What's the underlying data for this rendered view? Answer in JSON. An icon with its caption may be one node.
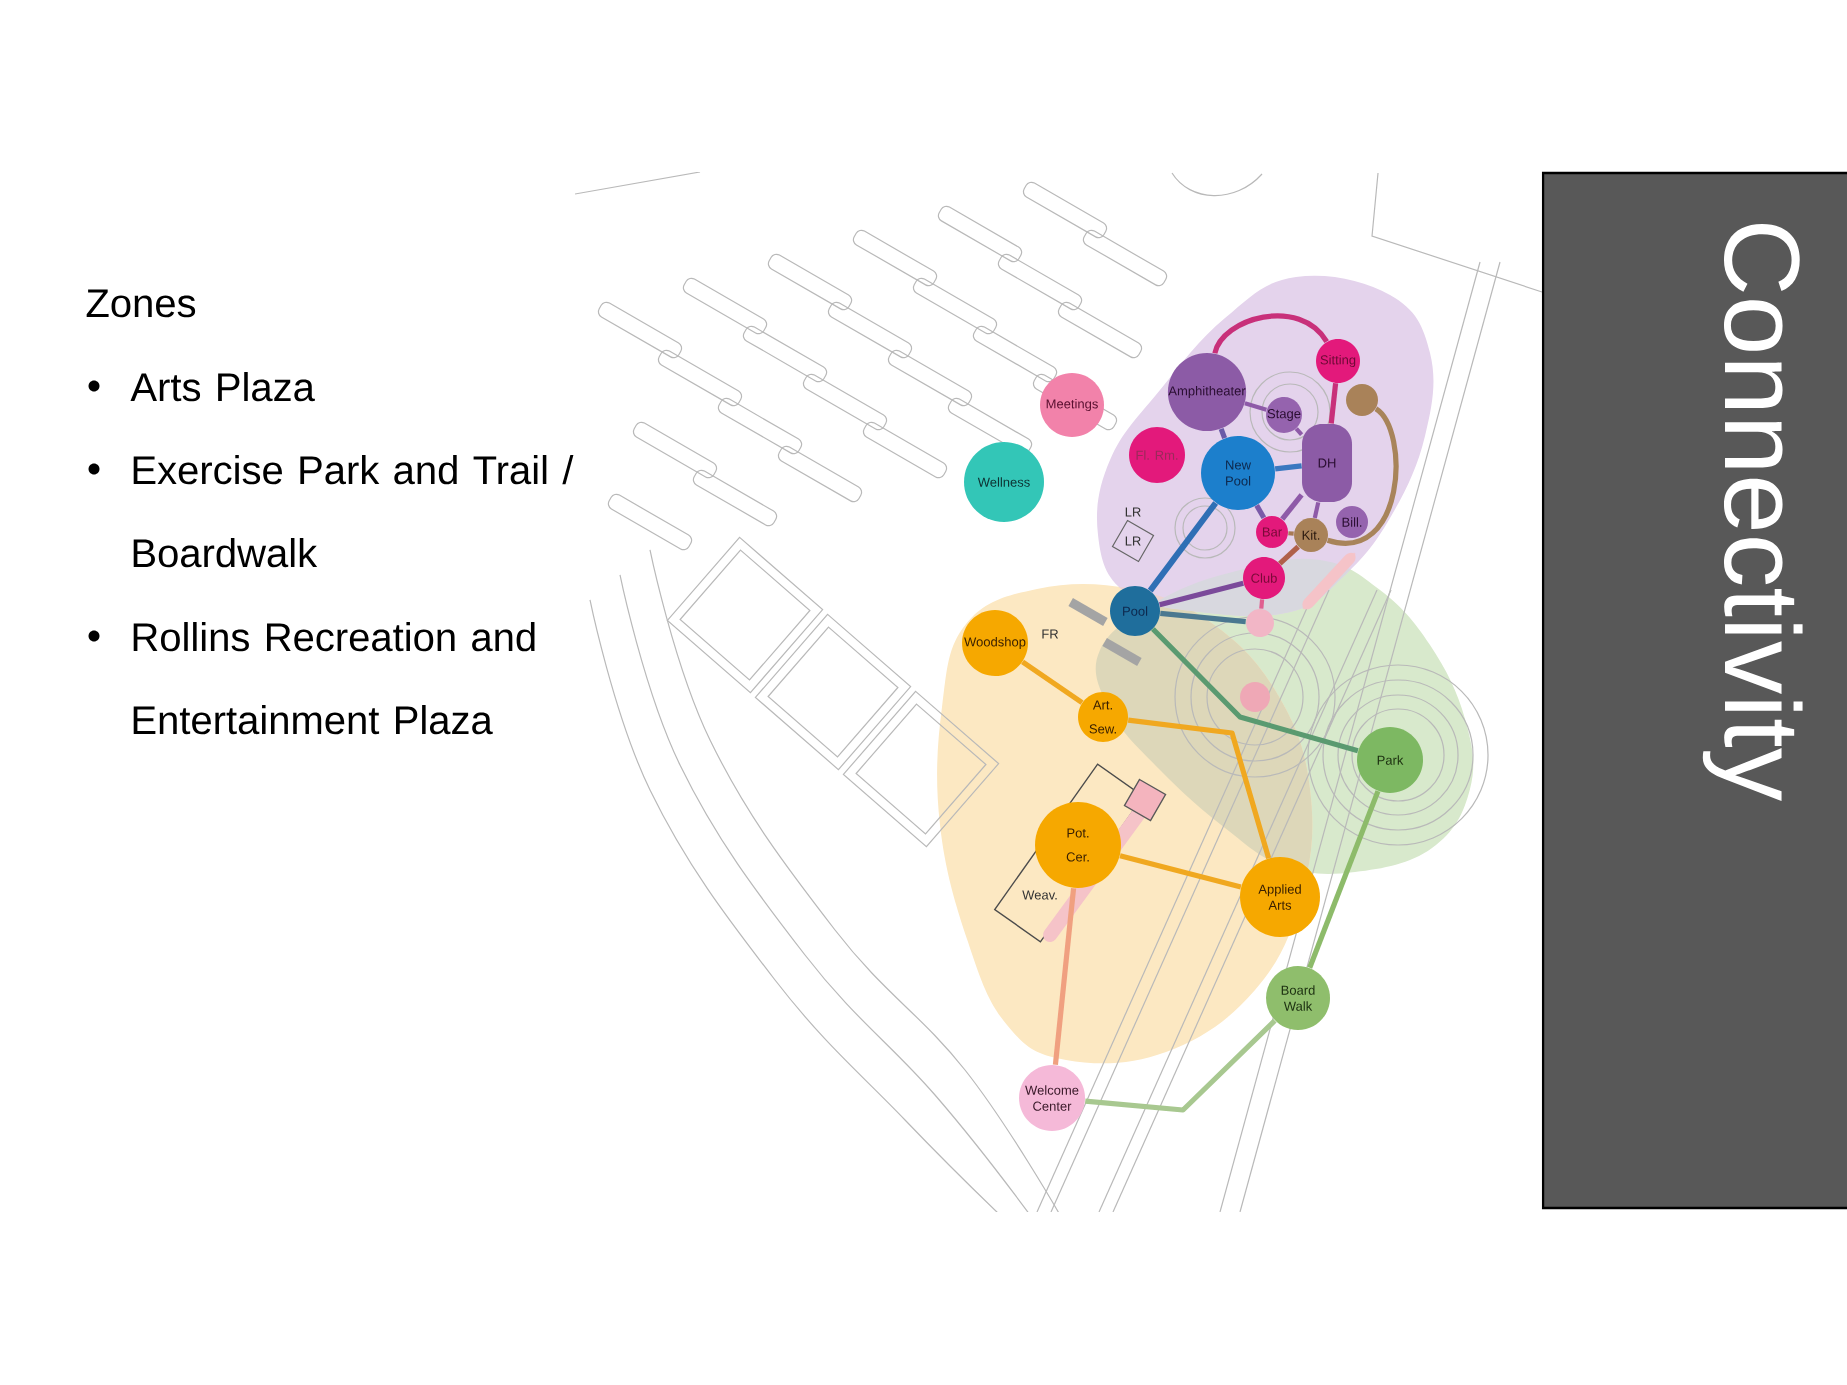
{
  "diagram": {
    "title": "Connectivity",
    "nodes": [
      {
        "text": [
          "Amphitheater"
        ]
      },
      {
        "text": [
          "Sitting"
        ]
      },
      {
        "text": [
          "Meetings"
        ]
      },
      {
        "text": [
          "Stage"
        ]
      },
      {
        "text": [],
        "shape": "circle"
      },
      {
        "text": [
          "Fl. Rm."
        ]
      },
      {
        "text": [
          "New Pool"
        ]
      },
      {
        "text": [
          "DH"
        ]
      },
      {
        "text": [
          "Wellness"
        ]
      },
      {
        "text": [
          "Bill."
        ]
      },
      {
        "text": [
          "Bar"
        ]
      },
      {
        "text": [
          "Kit."
        ]
      },
      {
        "text": [
          "Club"
        ]
      },
      {
        "text": [
          "Pool"
        ]
      },
      {
        "text": [],
        "shape": "circle"
      },
      {
        "text": [
          "Woodshop"
        ]
      },
      {
        "text": [],
        "shape": "circle"
      },
      {
        "text": [
          "Art.",
          "Sew."
        ]
      },
      {
        "text": [
          "Park"
        ]
      },
      {
        "text": [
          "Pot.",
          "Cer."
        ]
      },
      {
        "text": [
          "Applied Arts"
        ]
      },
      {
        "text": [
          "Board Walk"
        ]
      },
      {
        "text": [
          "Welcome Center"
        ]
      }
    ],
    "edges": [
      {
        "from": 0,
        "to": 1,
        "arrow": "none",
        "color": "#c8307a"
      },
      {
        "from": 0,
        "to": 3,
        "arrow": "none",
        "color": "#8e5aa8"
      },
      {
        "from": 0,
        "to": 6,
        "arrow": "none",
        "color": "#6a5aa8"
      },
      {
        "from": 3,
        "to": 7,
        "arrow": "none",
        "color": "#8e5aa8"
      },
      {
        "from": 1,
        "to": 7,
        "arrow": "none",
        "color": "#c8307a"
      },
      {
        "from": 6,
        "to": 7,
        "arrow": "none",
        "color": "#3a78c0"
      },
      {
        "from": 6,
        "to": 10,
        "arrow": "none",
        "color": "#7a5aa8"
      },
      {
        "from": 7,
        "to": 10,
        "arrow": "none",
        "color": "#8e5aa8"
      },
      {
        "from": 7,
        "to": 11,
        "arrow": "none",
        "color": "#8e5aa8"
      },
      {
        "from": 10,
        "to": 11,
        "arrow": "none",
        "color": "#a87a55"
      },
      {
        "from": 11,
        "to": 12,
        "arrow": "none",
        "color": "#b0604a"
      },
      {
        "from": 4,
        "to": 11,
        "arrow": "none",
        "color": "#a8845a"
      },
      {
        "from": 6,
        "to": 13,
        "arrow": "none",
        "color": "#2f6fb5"
      },
      {
        "from": 13,
        "to": 12,
        "arrow": "none",
        "color": "#7b4a9a"
      },
      {
        "from": 13,
        "to": 14,
        "arrow": "none",
        "color": "#4a7890"
      },
      {
        "from": 12,
        "to": 14,
        "arrow": "none",
        "color": "#e06090"
      },
      {
        "from": 13,
        "to": 18,
        "arrow": "none",
        "color": "#5a9a70"
      },
      {
        "from": 15,
        "to": 17,
        "arrow": "none",
        "color": "#f0a820"
      },
      {
        "from": 17,
        "to": 20,
        "arrow": "none",
        "color": "#f0a820"
      },
      {
        "from": 19,
        "to": 20,
        "arrow": "none",
        "color": "#f0a820"
      },
      {
        "from": 19,
        "to": 22,
        "arrow": "none",
        "color": "#f0a080"
      },
      {
        "from": 22,
        "to": 21,
        "arrow": "none",
        "color": "#a8c890"
      },
      {
        "from": 21,
        "to": 18,
        "arrow": "none",
        "color": "#8dbb6a"
      }
    ],
    "labels": [
      "Zones",
      "Arts Plaza",
      "Exercise Park and Trail / Boardwalk",
      "Rollins Recreation and Entertainment Plaza",
      "LR",
      "LR",
      "FR",
      "Weav."
    ]
  }
}
